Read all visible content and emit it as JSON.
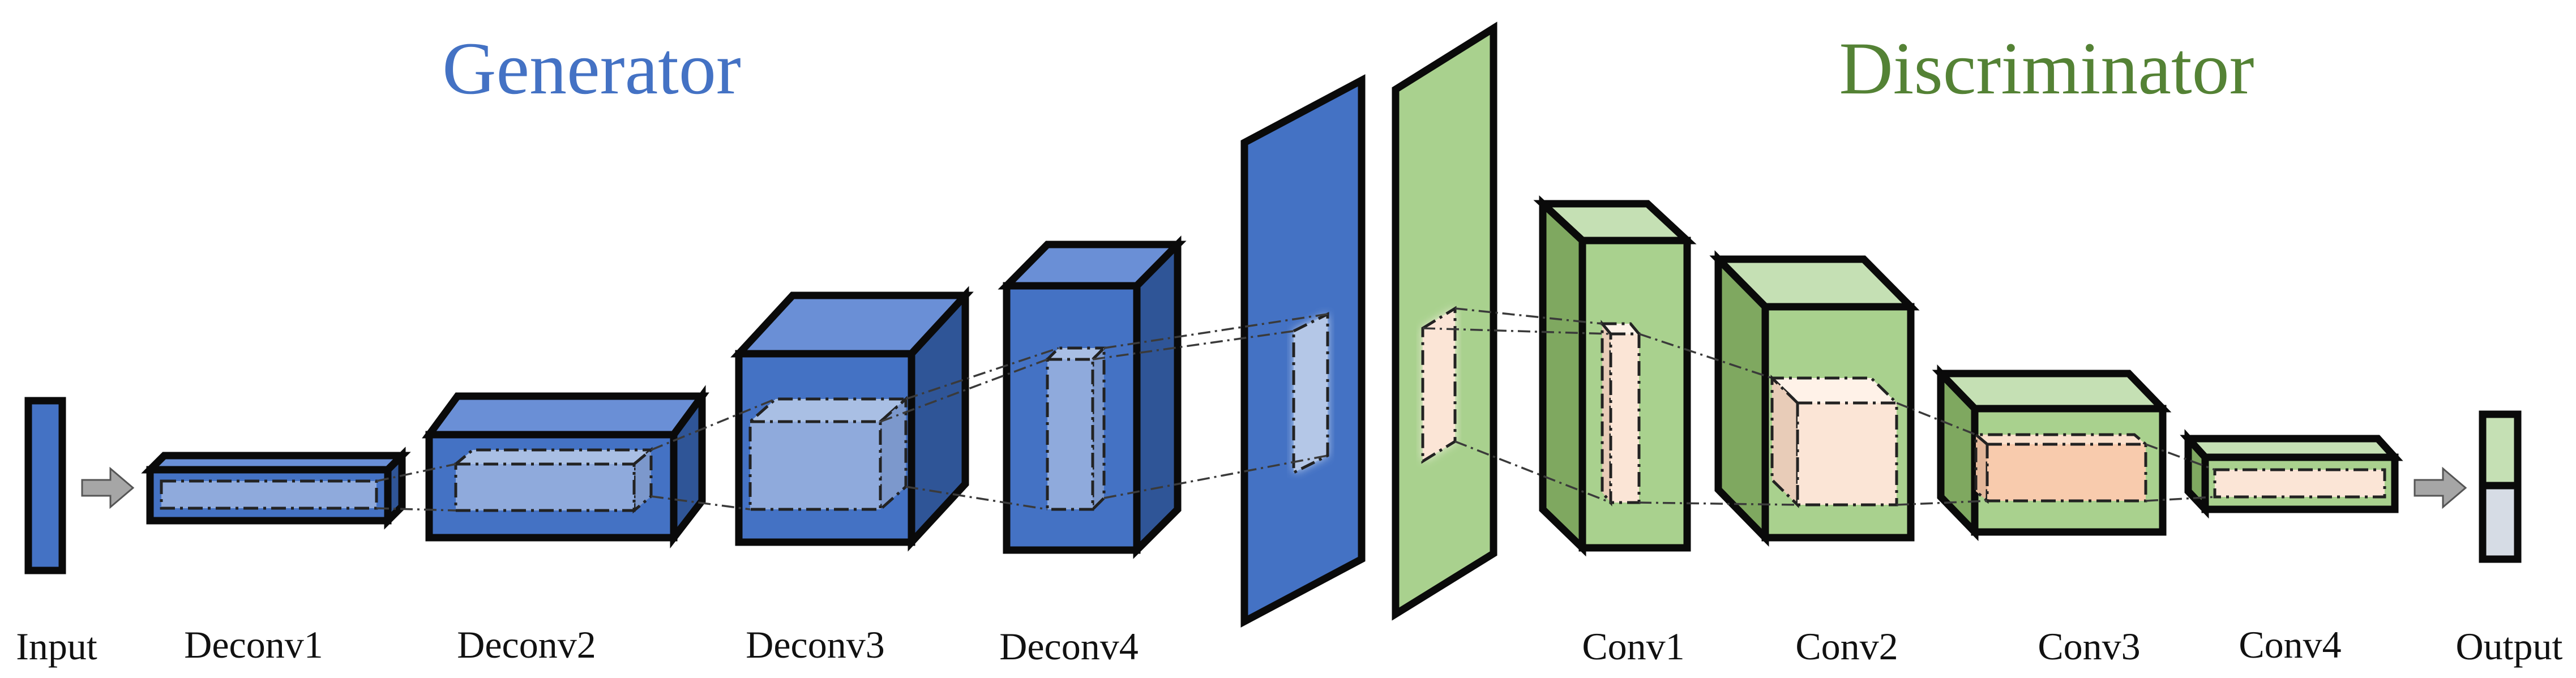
{
  "titles": {
    "generator": "Generator",
    "discriminator": "Discriminator"
  },
  "labels": {
    "input": "Input",
    "deconv1": "Deconv1",
    "deconv2": "Deconv2",
    "deconv3": "Deconv3",
    "deconv4": "Deconv4",
    "conv1": "Conv1",
    "conv2": "Conv2",
    "conv3": "Conv3",
    "conv4": "Conv4",
    "output": "Output"
  },
  "colors": {
    "generator_title": "#4472C4",
    "discriminator_title": "#548235",
    "blue_front": "#4472C4",
    "blue_top": "#6A8FD6",
    "blue_side": "#2F5597",
    "blue_inner": "#8FAADC",
    "green_front": "#A9D18E",
    "green_top": "#C5E0B4",
    "green_side": "#7FA860",
    "peach_inner": "#FBE5D6",
    "peach_dark": "#F8CBAD",
    "arrow": "#A6A6A6",
    "output_bottom": "#D6DCE5"
  }
}
